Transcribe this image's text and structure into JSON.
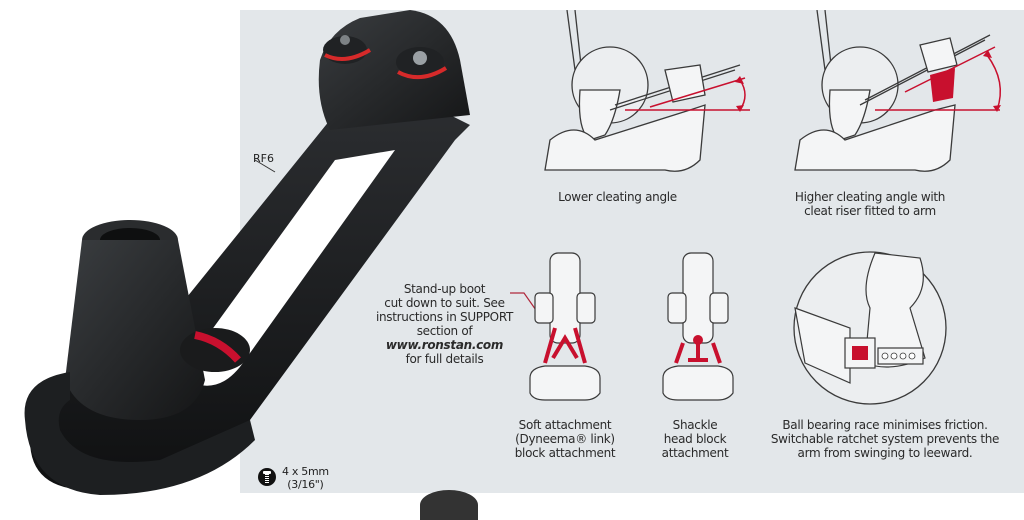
{
  "product": {
    "model_label": "RF6",
    "screw_spec": {
      "icon": "screw-icon",
      "line1": "4 x 5mm",
      "line2": "(3/16\")"
    }
  },
  "diagrams": {
    "lower_angle": {
      "caption": "Lower cleating angle"
    },
    "higher_angle": {
      "caption_line1": "Higher cleating angle with",
      "caption_line2": "cleat riser fitted to arm"
    },
    "boot_note": {
      "line1": "Stand-up boot",
      "line2": "cut down to suit. See",
      "line3": "instructions in SUPPORT",
      "line4_prefix": "section of ",
      "line4_link": "www.ronstan.com",
      "line5": "for full details"
    },
    "soft_attachment": {
      "line1": "Soft attachment",
      "line2": "(Dyneema® link)",
      "line3": "block attachment"
    },
    "shackle": {
      "line1": "Shackle",
      "line2": "head block",
      "line3": "attachment"
    },
    "ball_bearing": {
      "line1": "Ball bearing race minimises friction.",
      "line2": "Switchable ratchet system prevents the",
      "line3": "arm from swinging to leeward."
    }
  },
  "colors": {
    "panel_bg": "#e3e7ea",
    "accent_red": "#c8102e",
    "product_black": "#1c1e20",
    "line_art": "#3a3a3a"
  }
}
